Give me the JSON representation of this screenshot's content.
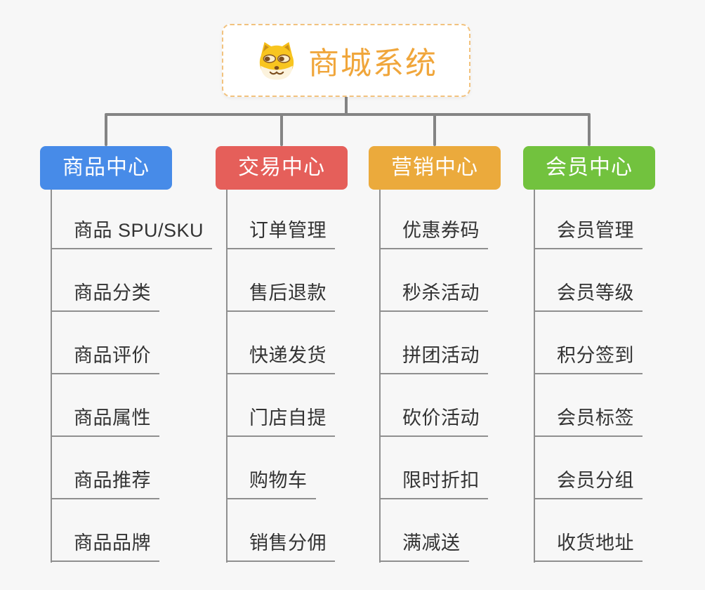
{
  "root": {
    "title": "商城系统",
    "icon": "shiba-dog-icon"
  },
  "branches": [
    {
      "label": "商品中心",
      "color": "#478be8",
      "children": [
        "商品 SPU/SKU",
        "商品分类",
        "商品评价",
        "商品属性",
        "商品推荐",
        "商品品牌"
      ]
    },
    {
      "label": "交易中心",
      "color": "#e55f5a",
      "children": [
        "订单管理",
        "售后退款",
        "快递发货",
        "门店自提",
        "购物车",
        "销售分佣"
      ]
    },
    {
      "label": "营销中心",
      "color": "#ebaa3c",
      "children": [
        "优惠券码",
        "秒杀活动",
        "拼团活动",
        "砍价活动",
        "限时折扣",
        "满减送"
      ]
    },
    {
      "label": "会员中心",
      "color": "#72c23e",
      "children": [
        "会员管理",
        "会员等级",
        "积分签到",
        "会员标签",
        "会员分组",
        "收货地址"
      ]
    }
  ],
  "colors": {
    "background": "#f7f7f7",
    "connector": "#848484",
    "child_line": "#909090",
    "underline": "#8f8f8f",
    "root_text": "#f0a63b",
    "root_border": "#f2c27e",
    "subtopic_text": "#333333",
    "branch_text": "#ffffff"
  }
}
